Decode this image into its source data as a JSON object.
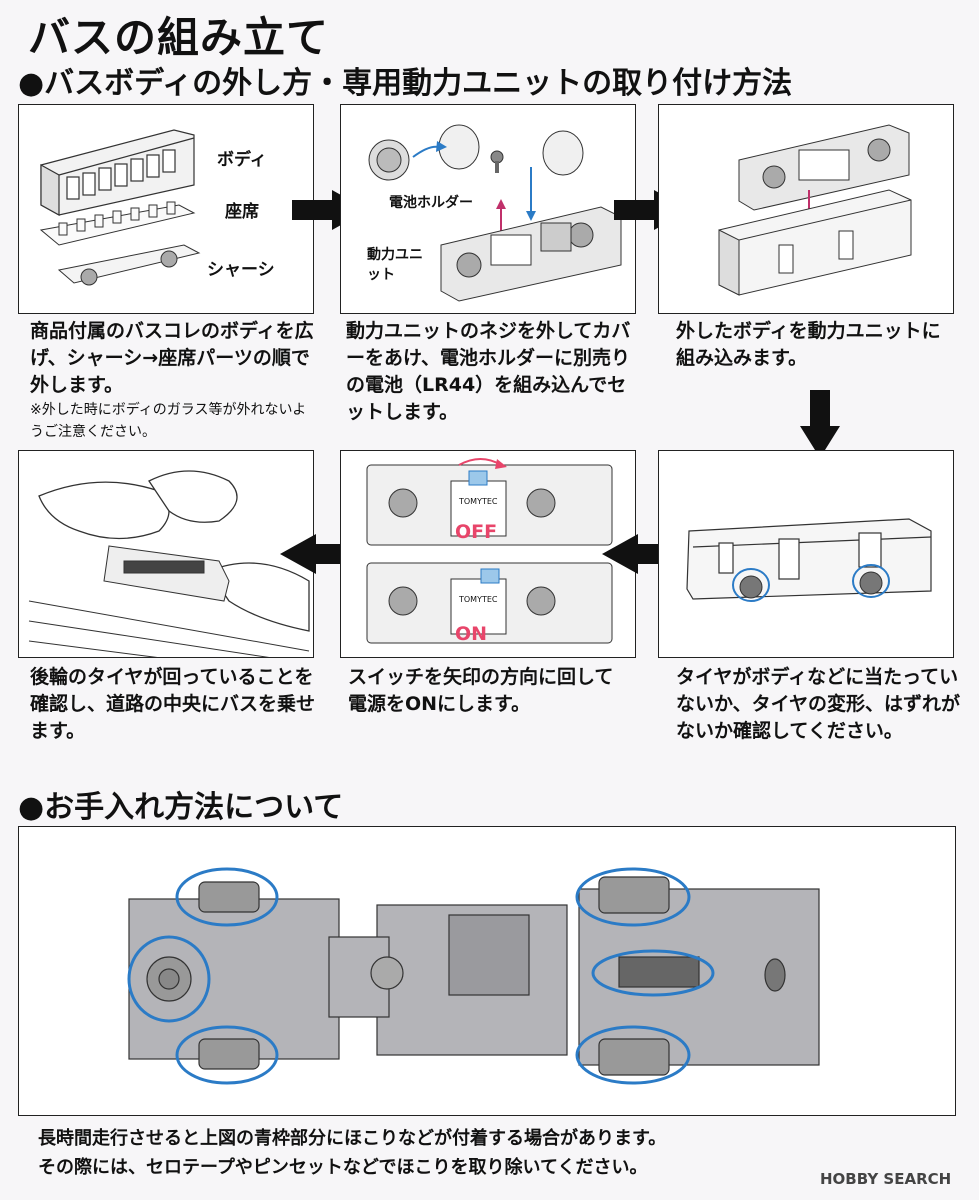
{
  "title": "バスの組み立て",
  "section1": "●バスボディの外し方・専用動力ユニットの取り付け方法",
  "step1": {
    "labels": [
      "ボディ",
      "座席",
      "シャーシ"
    ],
    "text": "商品付属のバスコレのボディを広げ、シャーシ→座席パーツの順で外します。",
    "note": "※外した時にボディのガラス等が外れないようご注意ください。"
  },
  "step2": {
    "label_holder": "電池ホルダー",
    "label_unit": "動力ユニット",
    "text": "動力ユニットのネジを外してカバーをあけ、電池ホルダーに別売りの電池（LR44）を組み込んでセットします。"
  },
  "step3": {
    "text": "外したボディを動力ユニットに組み込みます。"
  },
  "step4": {
    "text": "タイヤがボディなどに当たっていないか、タイヤの変形、はずれがないか確認してください。"
  },
  "step5": {
    "label_off": "OFF",
    "label_on": "ON",
    "brand": "TOMYTEC",
    "text": "スイッチを矢印の方向に回して電源をONにします。"
  },
  "step6": {
    "text": "後輪のタイヤが回っていることを確認し、道路の中央にバスを乗せます。"
  },
  "section2": "●お手入れ方法について",
  "footer": {
    "line1": "長時間走行させると上図の青枠部分にほこりなどが付着する場合があります。",
    "line2": "その際には、セロテープやピンセットなどでほこりを取り除いてください。"
  },
  "watermark": "HOBBY SEARCH",
  "colors": {
    "highlight": "#2b7bc6",
    "switch": "#e8456a",
    "arrow": "#111111"
  },
  "icons": [
    "arrow-right-icon",
    "arrow-down-icon",
    "arrow-left-icon"
  ]
}
